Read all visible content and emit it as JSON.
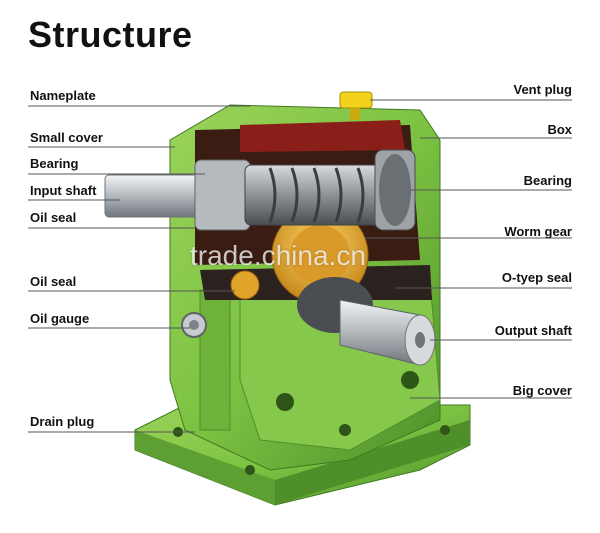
{
  "title": "Structure",
  "labels_left": [
    {
      "id": "nameplate",
      "text": "Nameplate"
    },
    {
      "id": "small-cover",
      "text": "Small cover"
    },
    {
      "id": "bearing-left",
      "text": "Bearing"
    },
    {
      "id": "input-shaft",
      "text": "Input shaft"
    },
    {
      "id": "oil-seal-1",
      "text": "Oil seal"
    },
    {
      "id": "oil-seal-2",
      "text": "Oil seal"
    },
    {
      "id": "oil-gauge",
      "text": "Oil gauge"
    },
    {
      "id": "drain-plug",
      "text": "Drain plug"
    }
  ],
  "labels_right": [
    {
      "id": "vent-plug",
      "text": "Vent plug"
    },
    {
      "id": "box",
      "text": "Box"
    },
    {
      "id": "bearing-right",
      "text": "Bearing"
    },
    {
      "id": "worm-gear",
      "text": "Worm gear"
    },
    {
      "id": "o-type-seal",
      "text": "O-tyep seal"
    },
    {
      "id": "output-shaft",
      "text": "Output shaft"
    },
    {
      "id": "big-cover",
      "text": "Big cover"
    }
  ],
  "watermark": "trade.china.cn",
  "colors": {
    "housing": "#7cc242",
    "housing_dark": "#4f8f2a",
    "cutaway_red": "#8a1f1a",
    "shaft_silver": "#c8ccd0",
    "gear_gold": "#e0a52a",
    "vent_yellow": "#f2d21a"
  }
}
